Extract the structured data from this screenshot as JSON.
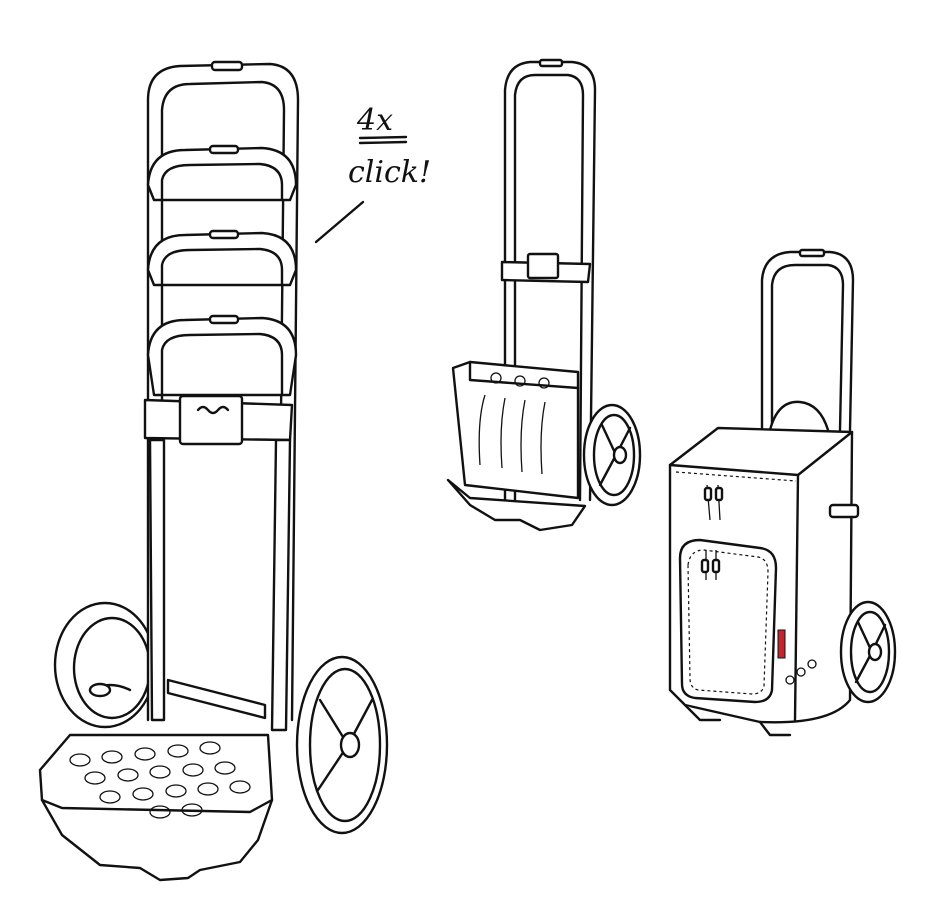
{
  "annotation": {
    "count": "4x",
    "action": "click!"
  },
  "colors": {
    "line": "#111111",
    "background": "#ffffff",
    "brand_tag": "#c0262d"
  },
  "figures": [
    "folding-trolley-extension",
    "trolley-with-bottle-crate",
    "trolley-with-shopping-bag"
  ]
}
